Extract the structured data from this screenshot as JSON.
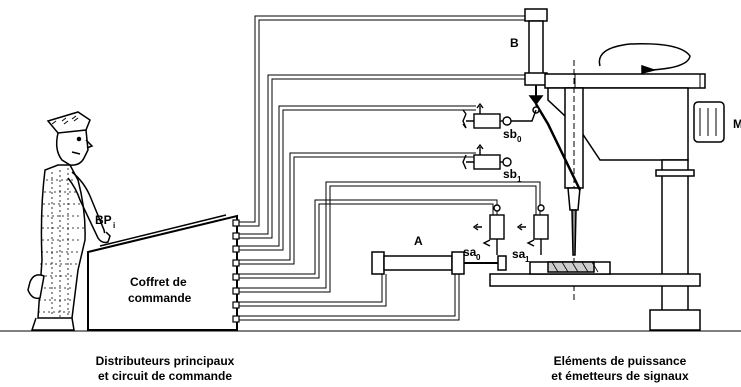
{
  "labels": {
    "operator_button": "BP",
    "operator_button_sub": "i",
    "box_line1": "Coffret de",
    "box_line2": "commande",
    "cyl_A": "A",
    "cyl_B": "B",
    "sensor_sb0": "sb",
    "sensor_sb0_sub": "0",
    "sensor_sb1": "sb",
    "sensor_sb1_sub": "1",
    "sensor_sa0": "sa",
    "sensor_sa0_sub": "0",
    "sensor_sa1": "sa",
    "sensor_sa1_sub": "1",
    "motor": "M"
  },
  "captions": {
    "left_line1": "Distributeurs principaux",
    "left_line2": "et circuit de commande",
    "right_line1": "Eléments de puissance",
    "right_line2": "et émetteurs de signaux"
  }
}
